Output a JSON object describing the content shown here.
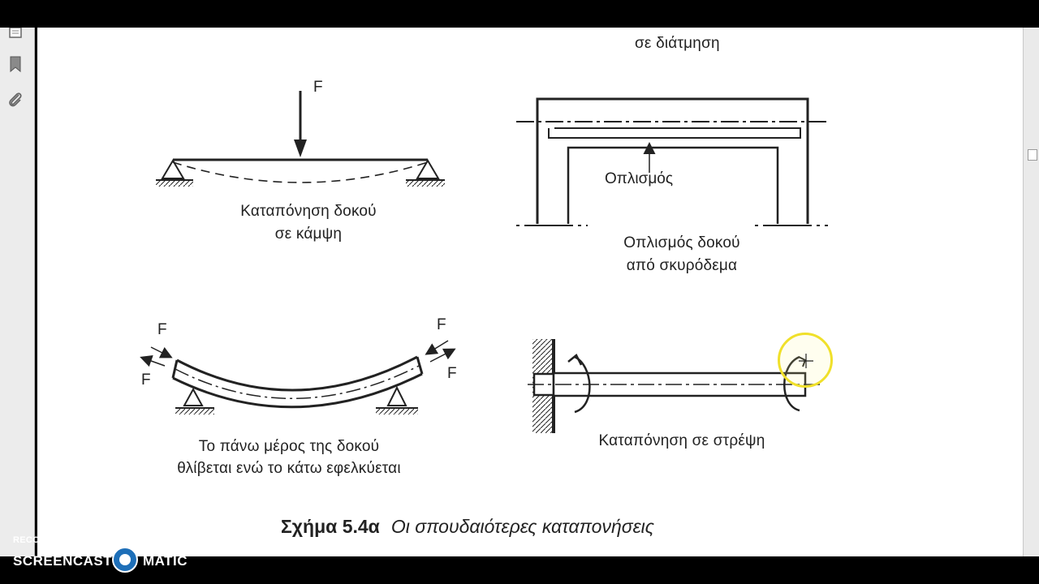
{
  "sidebar": {
    "icons": [
      "pages-icon",
      "bookmark-icon",
      "attachment-icon"
    ]
  },
  "figures": {
    "shear_caption": "σε διάτμηση",
    "bending": {
      "force": "F",
      "caption_line1": "Καταπόνηση δοκού",
      "caption_line2": "σε κάμψη"
    },
    "concrete": {
      "reinforcement_label": "Οπλισμός",
      "caption_line1": "Οπλισμός δοκού",
      "caption_line2": "από σκυρόδεμα"
    },
    "curved_beam": {
      "force_top_left": "F",
      "force_bottom_left": "F",
      "force_top_right": "F",
      "force_bottom_right": "F",
      "caption_line1": "Το πάνω μέρος της δοκού",
      "caption_line2": "θλίβεται ενώ το κάτω εφελκύεται"
    },
    "torsion": {
      "caption": "Καταπόνηση σε στρέψη"
    }
  },
  "figure_caption": {
    "number": "Σχήμα 5.4α",
    "title": "Οι σπουδαιότερες καταπονήσεις"
  },
  "watermark": {
    "small": "RECORDED WITH",
    "brand_left": "SCREENCAST",
    "brand_right": "MATIC"
  },
  "colors": {
    "ink": "#222222",
    "highlight": "#f0e02a",
    "background": "#000000"
  }
}
